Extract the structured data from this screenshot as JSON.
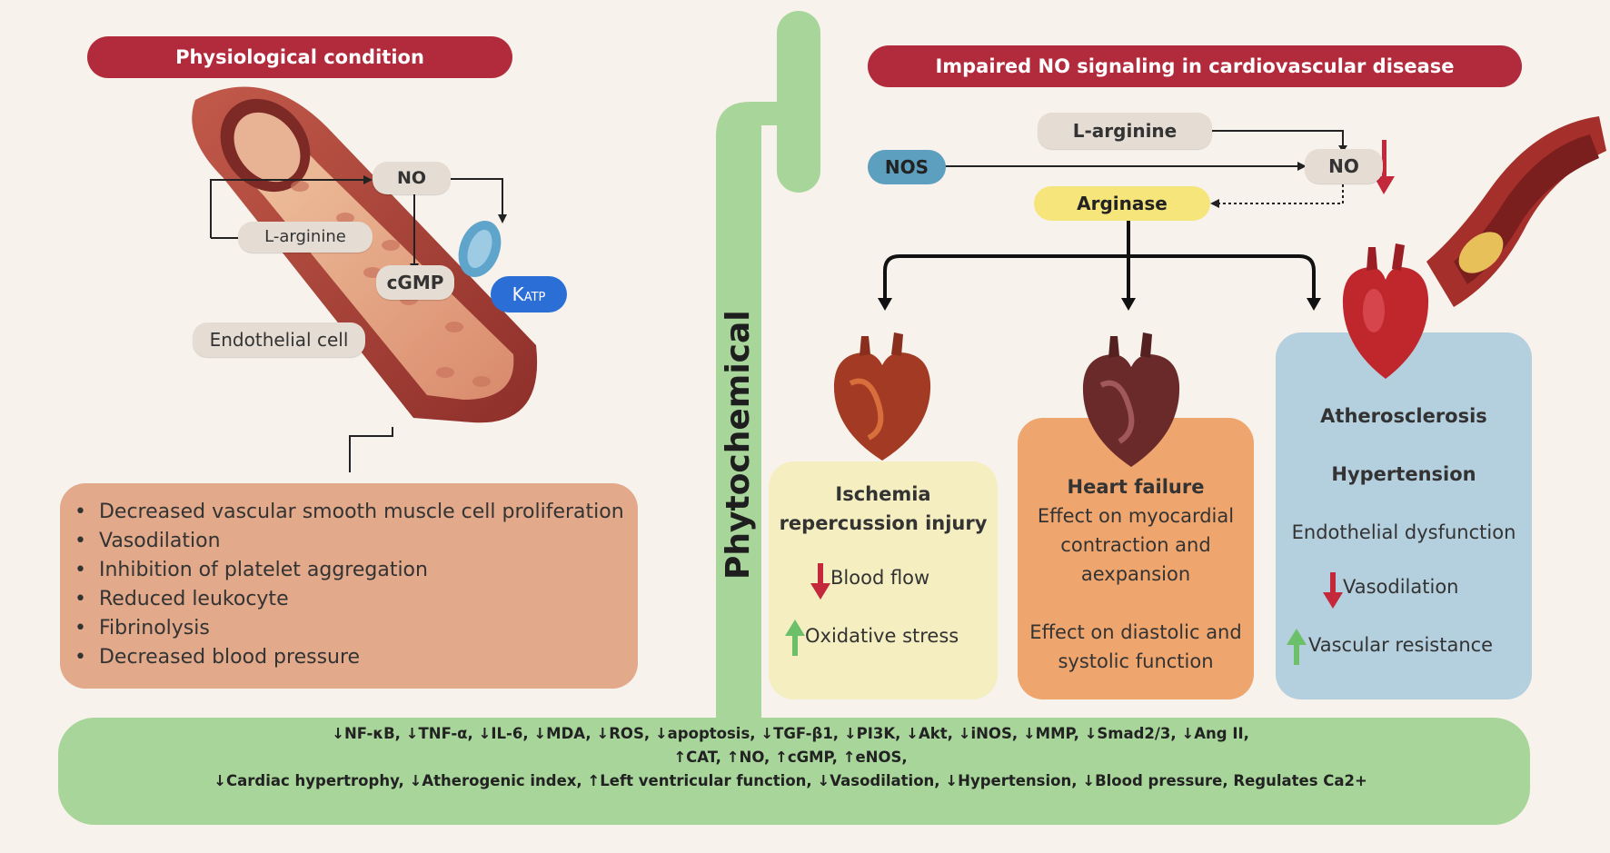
{
  "left": {
    "banner": "Physiological condition",
    "labels": {
      "no": "NO",
      "l_arginine": "L-arginine",
      "cgmp": "cGMP",
      "katp_main": "K",
      "katp_sub": "ATP",
      "endothelial": "Endothelial cell"
    },
    "effects": [
      "Decreased vascular smooth muscle cell proliferation",
      "Vasodilation",
      "Inhibition of platelet aggregation",
      "Reduced leukocyte",
      "Fibrinolysis",
      "Decreased blood pressure"
    ]
  },
  "center": {
    "phytochemical": "Phytochemical"
  },
  "right": {
    "banner": "Impaired NO signaling in cardiovascular disease",
    "labels": {
      "l_arginine": "L-arginine",
      "nos": "NOS",
      "no": "NO",
      "arginase": "Arginase"
    },
    "ischemia": {
      "title1": "Ischemia",
      "title2": "repercussion injury",
      "item1": "Blood flow",
      "item2": "Oxidative stress"
    },
    "heart_failure": {
      "title": "Heart failure",
      "line1": "Effect on myocardial",
      "line2": "contraction and",
      "line3": "aexpansion",
      "line4": "Effect on diastolic and",
      "line5": "systolic function"
    },
    "atherosclerosis": {
      "title1": "Atherosclerosis",
      "title2": "Hypertension",
      "line1": "Endothelial dysfunction",
      "item1": "Vasodilation",
      "item2": "Vascular resistance"
    }
  },
  "bottom": {
    "line1": "↓NF-κB, ↓TNF-α, ↓IL-6, ↓MDA, ↓ROS, ↓apoptosis, ↓TGF-β1, ↓PI3K, ↓Akt, ↓iNOS, ↓MMP, ↓Smad2/3, ↓Ang II,",
    "line2": "↑CAT, ↑NO, ↑cGMP, ↑eNOS,",
    "line3": "↓Cardiac hypertrophy, ↓Atherogenic index, ↑Left ventricular function, ↓Vasodilation, ↓Hypertension, ↓Blood pressure, Regulates Ca2+"
  },
  "colors": {
    "banner": "#b22b3d",
    "green": "#a8d59a",
    "down_arrow": "#c3283b",
    "up_arrow": "#6cc06a",
    "effects_box": "#e2a98a",
    "ischemia_box": "#f5eec0",
    "heart_failure_box": "#eea56e",
    "atherosclerosis_box": "#b4cfdd",
    "nos": "#5c9fbf",
    "arginase": "#f5e57a"
  }
}
